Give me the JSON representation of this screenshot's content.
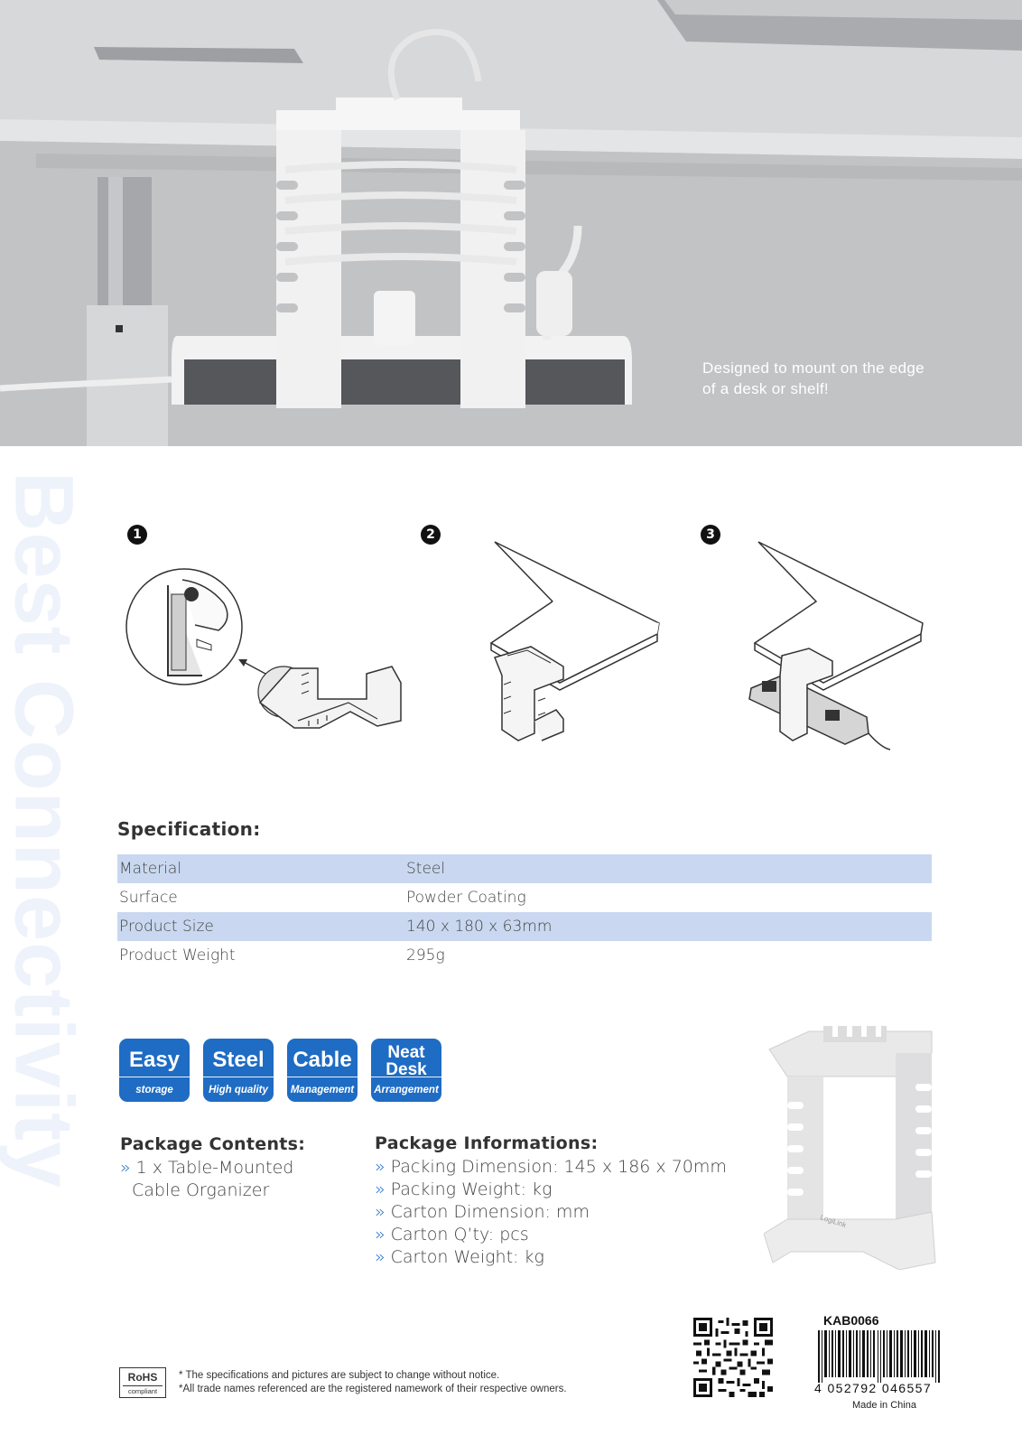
{
  "hero": {
    "caption_line1": "Designed to mount on the edge",
    "caption_line2": "of a desk or shelf!"
  },
  "watermark": {
    "text": "Best Connectivity",
    "color": "#eef2fa"
  },
  "steps": [
    {
      "number": "1",
      "icon": "hand-clip-illustration"
    },
    {
      "number": "2",
      "icon": "mount-on-desk-illustration"
    },
    {
      "number": "3",
      "icon": "power-strip-mounted-illustration"
    }
  ],
  "specification": {
    "title": "Specification:",
    "rows": [
      {
        "label": "Material",
        "value": "Steel"
      },
      {
        "label": "Surface",
        "value": "Powder Coating"
      },
      {
        "label": "Product Size",
        "value": "140 x 180 x 63mm"
      },
      {
        "label": "Product Weight",
        "value": "295g"
      }
    ],
    "row_shade_color": "#c9d8f0"
  },
  "badges": [
    {
      "main": "Easy",
      "sub": "storage"
    },
    {
      "main": "Steel",
      "sub": "High quality"
    },
    {
      "main": "Cable",
      "sub": "Management"
    },
    {
      "main": "Neat Desk",
      "main_line1": "Neat",
      "main_line2": "Desk",
      "sub": "Arrangement"
    }
  ],
  "badge_color": "#1f6cc4",
  "package_contents": {
    "title": "Package Contents:",
    "line1": "1 x Table-Mounted",
    "line2": "Cable Organizer"
  },
  "package_info": {
    "title": "Package Informations:",
    "items": [
      "Packing Dimension: 145 x 186 x 70mm",
      "Packing Weight: kg",
      "Carton Dimension: mm",
      "Carton Q’ty: pcs",
      "Carton Weight: kg"
    ]
  },
  "product_image": {
    "brand": "LogiLink"
  },
  "footer": {
    "rohs_title": "RoHS",
    "rohs_sub": "compliant",
    "note1": "* The specifications and pictures are subject to change without notice.",
    "note2": "*All trade names referenced are the registered namework of their respective owners.",
    "sku": "KAB0066",
    "barcode_digits": "4 052792 046557",
    "made_in": "Made in China"
  },
  "bullet_glyph": "»"
}
